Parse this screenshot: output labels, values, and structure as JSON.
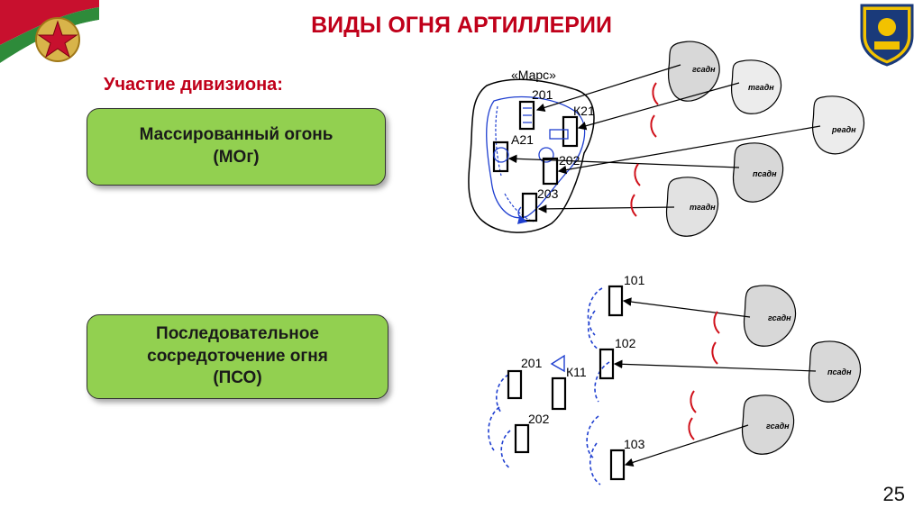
{
  "title": "ВИДЫ ОГНЯ АРТИЛЛЕРИИ",
  "subtitle": "Участие дивизиона:",
  "boxes": {
    "massive_line1": "Массированный огонь",
    "massive_line2": "(МОг)",
    "seq_line1": "Последовательное",
    "seq_line2": "сосредоточение огня",
    "seq_line3": "(ПСО)"
  },
  "top_diagram": {
    "target_name": "«Марс»",
    "labels": [
      "201",
      "К21",
      "А21",
      "202",
      "203"
    ],
    "units": [
      "гсадн",
      "тгадн",
      "реадн",
      "псадн",
      "тгадн"
    ]
  },
  "bottom_diagram": {
    "labels": [
      "101",
      "102",
      "201",
      "К11",
      "202",
      "103"
    ],
    "units": [
      "гсадн",
      "псадн",
      "гсадн"
    ]
  },
  "page_number": "25",
  "colors": {
    "accent": "#c0001a",
    "box_fill": "#92d050",
    "fire_blue": "#1f3fd0"
  }
}
